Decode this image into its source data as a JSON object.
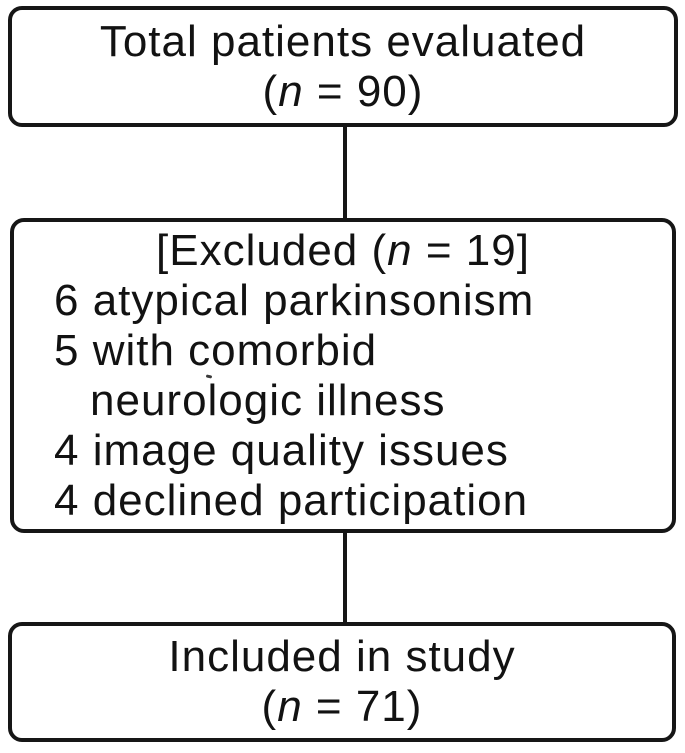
{
  "figure": {
    "type": "patient-flow-diagram",
    "background_color": "#ffffff",
    "border_color": "#161616",
    "text_color": "#121212"
  },
  "boxes": {
    "total": {
      "title": "Total patients evaluated",
      "n_prefix": "(",
      "n_symbol": "n",
      "n_suffix": " = 90)"
    },
    "excluded": {
      "header_prefix": "[Excluded (",
      "header_n": "n",
      "header_suffix": " = 19]",
      "items": [
        {
          "text": "6 atypical parkinsonism"
        },
        {
          "text": "5 with comorbid"
        },
        {
          "text": "neurologic illness"
        },
        {
          "text": "4 image quality issues"
        },
        {
          "text": "4 declined participation"
        }
      ]
    },
    "included": {
      "title": "Included in study",
      "n_prefix": "(",
      "n_symbol": "n",
      "n_suffix": " = 71)"
    }
  }
}
